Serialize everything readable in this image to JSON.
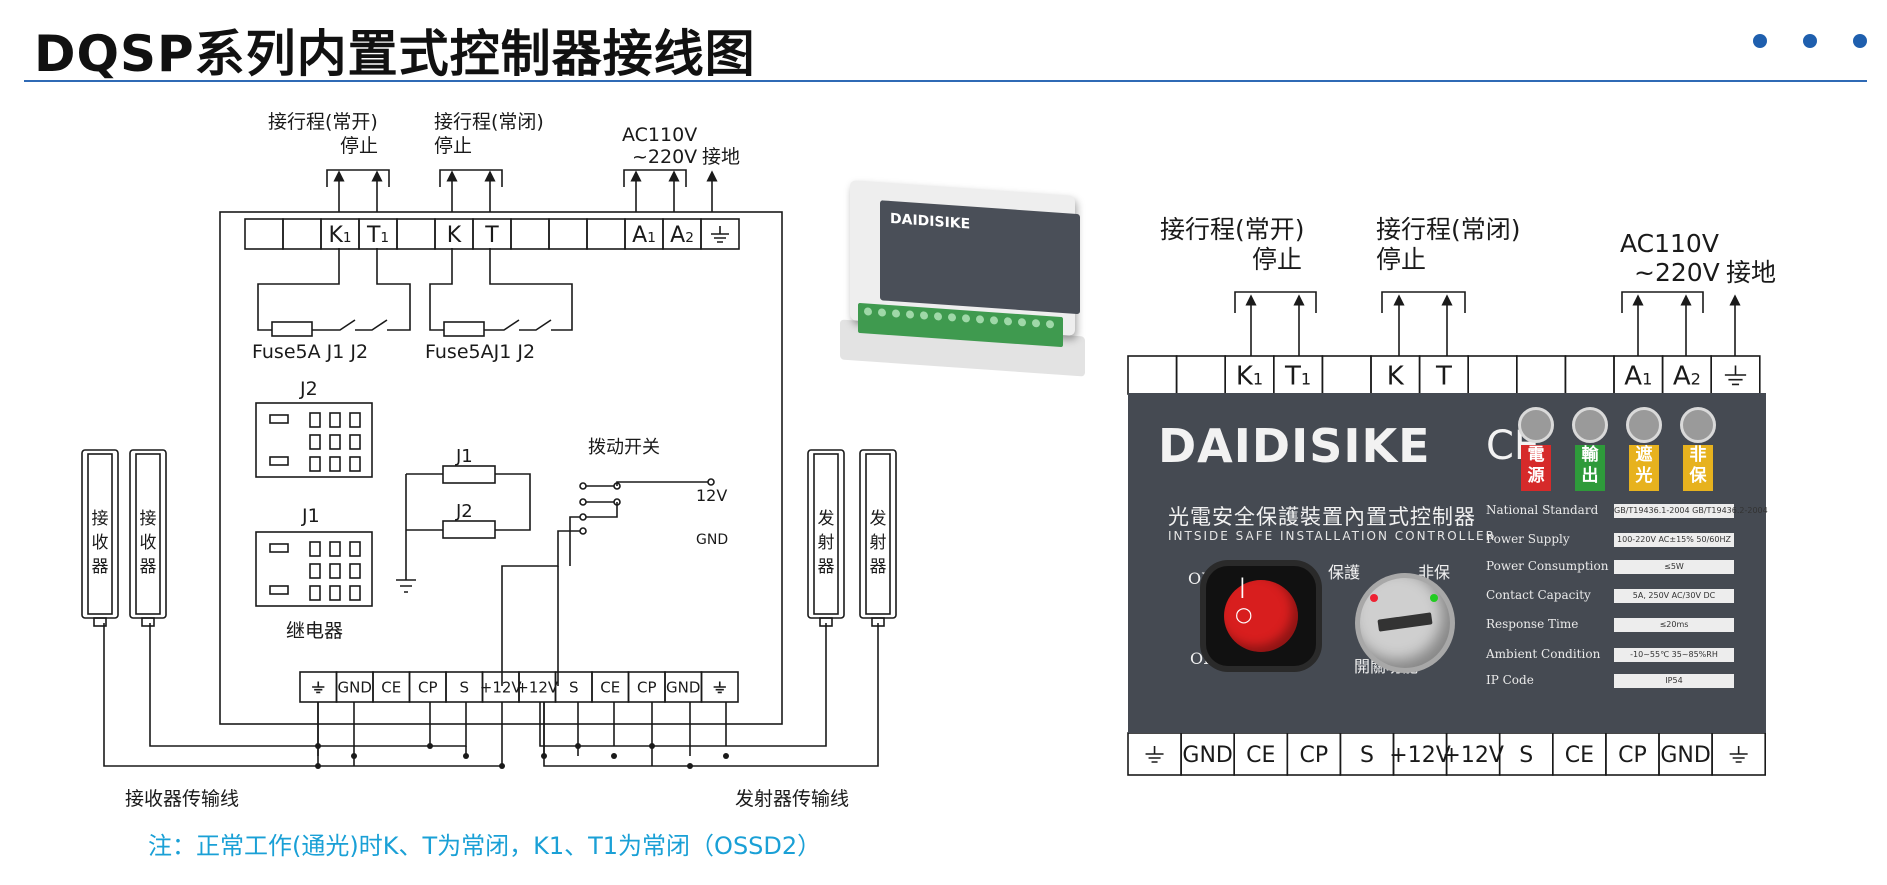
{
  "header": {
    "title": "DQSP系列内置式控制器接线图",
    "accent_color": "#2f6ab5",
    "dots_color": "#1f5fae"
  },
  "top_labels": {
    "no_stop_l1": "接行程(常开)",
    "no_stop_l2": "停止",
    "nc_stop_l1": "接行程(常闭)",
    "nc_stop_l2": "停止",
    "ac_l1": "AC110V",
    "ac_l2": "~220V",
    "ground": "接地"
  },
  "top_terminals": [
    "",
    "",
    "K1",
    "T1",
    "",
    "K",
    "T",
    "",
    "",
    "",
    "A1",
    "A2",
    "⏚"
  ],
  "bottom_terminals": [
    "⏚",
    "GND",
    "CE",
    "CP",
    "S",
    "+12V",
    "+12V",
    "S",
    "CE",
    "CP",
    "GND",
    "⏚"
  ],
  "fuse_labels": {
    "left": "Fuse5A  J1  J2",
    "right": "Fuse5AJ1  J2"
  },
  "relay": {
    "j2_label": "J2",
    "j1_label": "J1",
    "relay_label": "继电器"
  },
  "switch": {
    "title": "拨动开关",
    "j1": "J1",
    "j2": "J2",
    "v12": "12V",
    "gnd": "GND"
  },
  "devices": {
    "receiver": "接收器",
    "emitter": "发射器",
    "receiver_line": "接收器传输线",
    "emitter_line": "发射器传输线"
  },
  "note": "注：正常工作(通光)时K、T为常闭，K1、T1为常闭（OSSD2）",
  "photo": {
    "brand": "DAIDISIKE"
  },
  "panel": {
    "brand": "DAIDISIKE",
    "ce": "CE",
    "indicators": [
      {
        "label": "電源",
        "color": "#d62a2a"
      },
      {
        "label": "輸出",
        "color": "#2e9a3a"
      },
      {
        "label": "遮光",
        "color": "#e7b21e"
      },
      {
        "label": "非保",
        "color": "#e7b21e"
      }
    ],
    "cn_title": "光電安全保護裝置內置式控制器",
    "en_title": "INTSIDE SAFE INSTALLATION CONTROLLER",
    "specs": [
      {
        "key": "National Standard",
        "val": "GB/T19436.1-2004 GB/T19436.2-2004"
      },
      {
        "key": "Power Supply",
        "val": "100-220V AC±15% 50/60HZ"
      },
      {
        "key": "Power Consumption",
        "val": "≤5W"
      },
      {
        "key": "Contact Capacity",
        "val": "5A, 250V AC/30V DC"
      },
      {
        "key": "Response Time",
        "val": "≤20ms"
      },
      {
        "key": "Ambient Condition",
        "val": "-10~55℃ 35~85%RH"
      },
      {
        "key": "IP Code",
        "val": "IP54"
      }
    ],
    "on": "ON",
    "off": "OFF",
    "protect": "保護",
    "nonprotect": "非保",
    "func": "開關功能"
  },
  "right_top_labels": {
    "no_stop_l1": "接行程(常开)",
    "no_stop_l2": "停止",
    "nc_stop_l1": "接行程(常闭)",
    "nc_stop_l2": "停止",
    "ac_l1": "AC110V",
    "ac_l2": "~220V",
    "ground": "接地"
  },
  "right_top_terminals": [
    "",
    "",
    "K1",
    "T1",
    "",
    "K",
    "T",
    "",
    "",
    "",
    "A1",
    "A2",
    "⏚"
  ],
  "right_bottom_terminals": [
    "⏚",
    "GND",
    "CE",
    "CP",
    "S",
    "+12V",
    "+12V",
    "S",
    "CE",
    "CP",
    "GND",
    "⏚"
  ]
}
